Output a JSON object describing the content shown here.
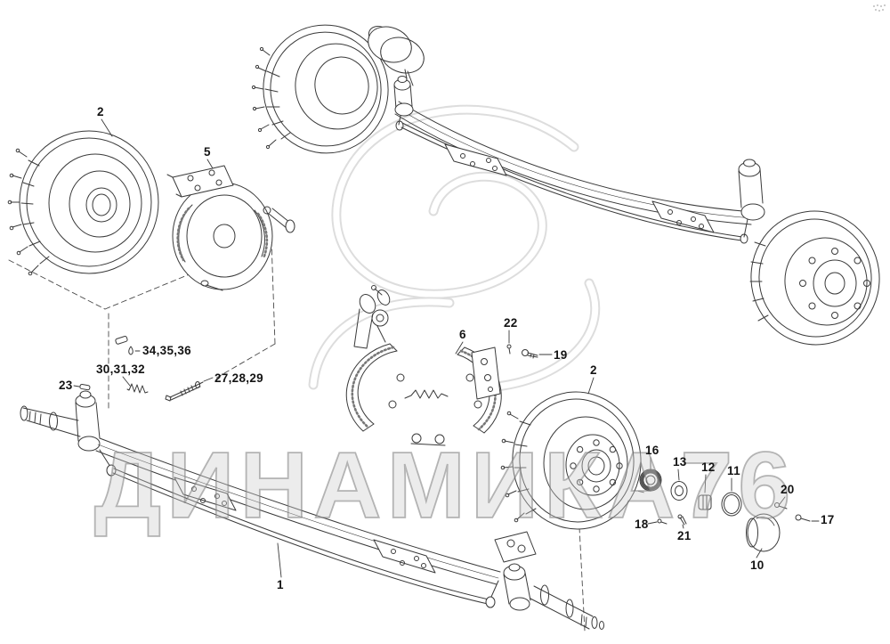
{
  "watermark": {
    "text": "ДИНАМИКА76"
  },
  "diagram": {
    "part_labels": [
      {
        "id": "drum-left",
        "text": "2"
      },
      {
        "id": "brake-assembly",
        "text": "5"
      },
      {
        "id": "seals",
        "text": "34,35,36"
      },
      {
        "id": "spring-set",
        "text": "30,31,32"
      },
      {
        "id": "pin",
        "text": "23"
      },
      {
        "id": "adjuster-set",
        "text": "27,28,29"
      },
      {
        "id": "pin-22",
        "text": "22"
      },
      {
        "id": "bolt-19",
        "text": "19"
      },
      {
        "id": "brake-shoes",
        "text": "6"
      },
      {
        "id": "drum-right",
        "text": "2"
      },
      {
        "id": "bearing-nut",
        "text": "16"
      },
      {
        "id": "washer-13",
        "text": "13"
      },
      {
        "id": "lock-washer",
        "text": "12"
      },
      {
        "id": "snap-ring",
        "text": "11"
      },
      {
        "id": "bolt-20",
        "text": "20"
      },
      {
        "id": "screw-17",
        "text": "17"
      },
      {
        "id": "pin-18",
        "text": "18"
      },
      {
        "id": "cotter-pin",
        "text": "21"
      },
      {
        "id": "hub-cap",
        "text": "10"
      },
      {
        "id": "axle-beam",
        "text": "1"
      }
    ]
  }
}
